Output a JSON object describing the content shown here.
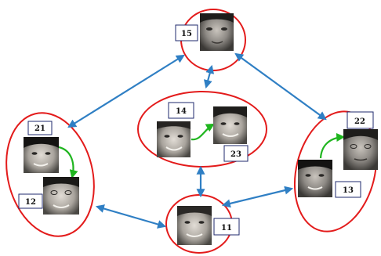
{
  "nodes": [
    {
      "id": "15",
      "label": "15"
    },
    {
      "id": "14",
      "label": "14"
    },
    {
      "id": "23",
      "label": "23"
    },
    {
      "id": "21",
      "label": "21"
    },
    {
      "id": "12",
      "label": "12"
    },
    {
      "id": "22",
      "label": "22"
    },
    {
      "id": "13",
      "label": "13"
    },
    {
      "id": "11",
      "label": "11"
    }
  ],
  "colors": {
    "cluster_outline": "#e31b1b",
    "link_arrow": "#2f7fc4",
    "transition_arrow": "#1fb51f",
    "label_box": "#1f2a6e"
  }
}
